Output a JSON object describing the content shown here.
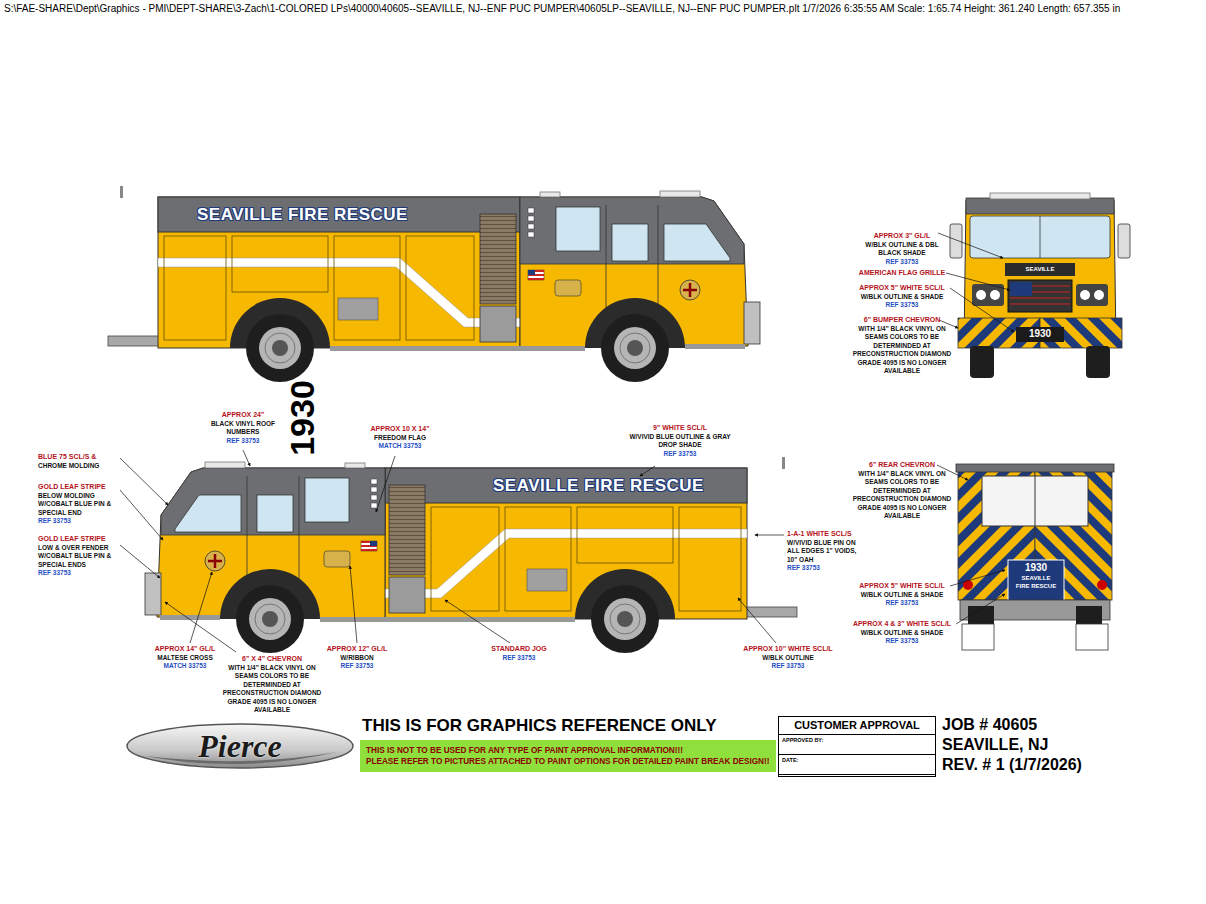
{
  "diagram": {
    "nodes": [
      {
        "text": [
          "Pierce"
        ]
      },
      {
        "text": [
          "THIS IS NOT TO BE USED FOR ANY TYPE OF PAINT APPROVAL INFORMATION!!!",
          "PLEASE REFER TO PICTURES ATTACHED TO PAINT OPTIONS FOR DETAILED PAINT BREAK DESIGN!!"
        ]
      },
      {
        "text": [
          "CUSTOMER APPROVAL",
          "APPROVED BY:",
          "DATE:"
        ]
      }
    ],
    "labels": [
      "S:\\FAE-SHARE\\Dept\\Graphics - PMI\\DEPT-SHARE\\3-Zach\\1-COLORED LPs\\40000\\40605--SEAVILLE, NJ--ENF PUC PUMPER\\40605LP--SEAVILLE, NJ--ENF PUC PUMPER.plt 1/7/2026 6:35:55 AM Scale: 1:65.74 Height: 361.240 Length: 657.355 in",
      "APPROX 24\"",
      "BLACK VINYL ROOF NUMBERS",
      "REF 33753",
      "1930",
      "APPROX 10 X 14\"",
      "FREEDOM FLAG",
      "MATCH 33753",
      "9\" WHITE SCL/L",
      "W/VIVID BLUE OUTLINE & GRAY DROP SHADE",
      "REF 33753",
      "BLUE 75 SCL/S &",
      "CHROME MOLDING",
      "GOLD LEAF STRIPE",
      "BELOW MOLDING W/COBALT BLUE PIN & SPECIAL END",
      "REF 33753",
      "GOLD LEAF STRIPE",
      "LOW & OVER FENDER W/COBALT BLUE PIN & SPECIAL ENDS",
      "REF 33753",
      "1-A-1 WHITE SCL/S",
      "W/VIVID BLUE PIN ON ALL EDGES 1\" VOIDS, 10\" OAH",
      "REF 33753",
      "APPROX 14\" GL/L",
      "MALTESE CROSS",
      "MATCH 33753",
      "6\" X 4\" CHEVRON",
      "WITH 1/4\" BLACK VINYL ON SEAMS COLORS TO BE DETERMINDED AT PRECONSTRUCTION DIAMOND GRADE 4095 IS NO LONGER AVAILABLE",
      "APPROX 12\" GL/L",
      "W/RIBBON",
      "REF 33753",
      "STANDARD JOG",
      "REF 33753",
      "APPROX 10\" WHITE SCL/L",
      "W/BLK OUTLINE",
      "REF 33753",
      "APPROX 3\" GL/L",
      "W/BLK OUTLINE & DBL BLACK SHADE",
      "REF 33753",
      "AMERICAN FLAG GRILLE",
      "APPROX 5\" WHITE SCL/L",
      "W/BLK OUTLINE & SHADE",
      "REF 33753",
      "6\" BUMPER CHEVRON",
      "WITH 1/4\" BLACK VINYL ON SEAMS COLORS TO BE DETERMINDED AT PRECONSTRUCTION DIAMOND GRADE 4095 IS NO LONGER AVAILABLE",
      "6\" REAR CHEVRON",
      "WITH 1/4\" BLACK VINYL ON SEAMS COLORS TO BE DETERMINDED AT PRECONSTRUCTION DIAMOND GRADE 4095 IS NO LONGER AVAILABLE",
      "APPROX 5\" WHITE SCL/L",
      "W/BLK OUTLINE & SHADE",
      "REF 33753",
      "APPROX 4 & 3\" WHITE SCL/L",
      "W/BLK OUTLINE & SHADE",
      "REF 33753",
      "SEAVILLE FIRE RESCUE",
      "SEAVILLE FIRE RESCUE",
      "SEAVILLE",
      "1930",
      "1930",
      "SEAVILLE",
      "FIRE RESCUE",
      "THIS IS FOR GRAPHICS REFERENCE ONLY",
      "JOB # 40605",
      "SEAVILLE, NJ",
      "REV. # 1 (1/7/2026)"
    ]
  }
}
